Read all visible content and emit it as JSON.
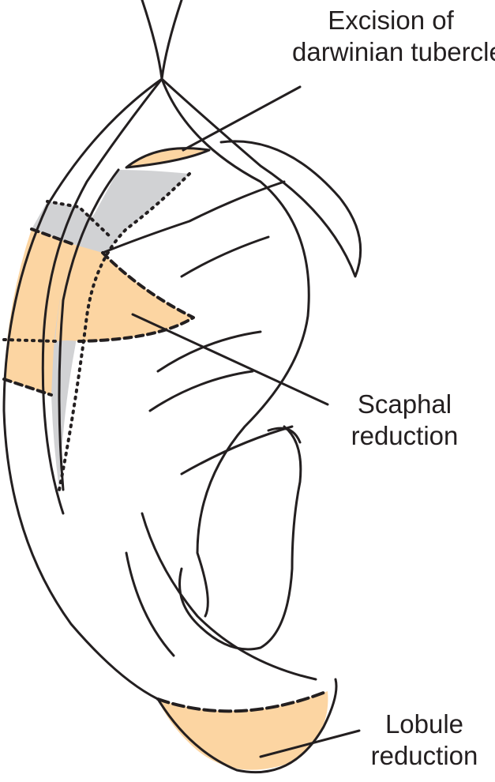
{
  "labels": {
    "darwinian": [
      "Excision of",
      "darwinian tubercle"
    ],
    "scaphal": [
      "Scaphal",
      "reduction"
    ],
    "lobule": [
      "Lobule",
      "reduction"
    ]
  },
  "colors": {
    "excision_fill": "#FCD5A2",
    "scapha_fill": "#D1D2D4",
    "line": "#231f20"
  }
}
